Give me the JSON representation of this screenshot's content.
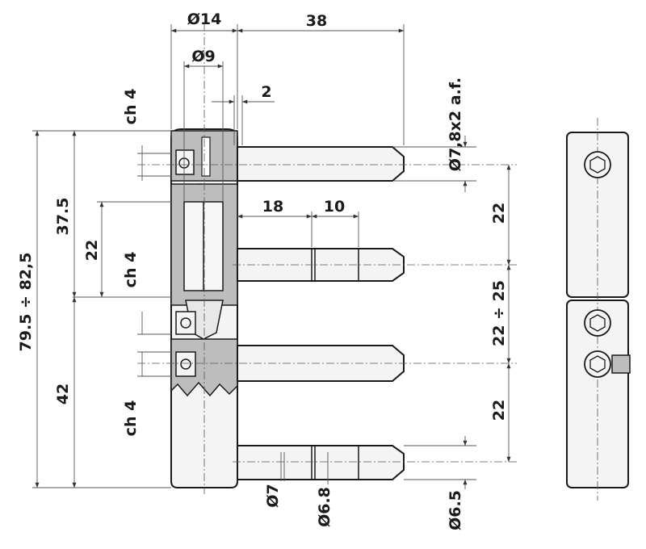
{
  "dimensions": {
    "head_diameter": "Ø14",
    "pin_length": "38",
    "inner_diameter": "Ø9",
    "offset": "2",
    "wrench_size": "Ø7,8x2 a.f.",
    "chamfer_top": "ch 4",
    "chamfer_mid": "ch 4",
    "chamfer_bottom": "ch 4",
    "overall_height": "79.5 ÷ 82,5",
    "upper_height": "37.5",
    "lower_height": "42",
    "inner_pitch": "22",
    "pin_segment_1": "18",
    "pin_segment_2": "10",
    "right_pitch_top": "22",
    "right_pitch_adjust": "22 ÷ 25",
    "right_pitch_bottom": "22",
    "pin_diameter_1": "Ø7",
    "pin_diameter_2": "Ø6.8",
    "pin_diameter_3": "Ø6.5"
  }
}
